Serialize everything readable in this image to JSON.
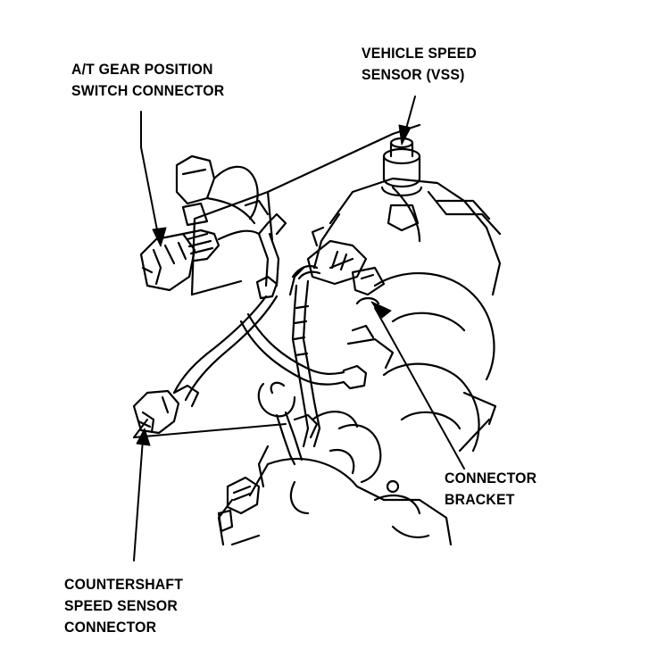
{
  "labels": {
    "gear_switch": {
      "line1": "A/T GEAR POSITION",
      "line2": "SWITCH CONNECTOR"
    },
    "vss": {
      "line1": "VEHICLE SPEED",
      "line2": "SENSOR (VSS)"
    },
    "bracket": {
      "line1": "CONNECTOR",
      "line2": "BRACKET"
    },
    "countershaft": {
      "line1": "COUNTERSHAFT",
      "line2": "SPEED SENSOR",
      "line3": "CONNECTOR"
    }
  },
  "colors": {
    "ink": "#000000",
    "paper": "#ffffff"
  }
}
